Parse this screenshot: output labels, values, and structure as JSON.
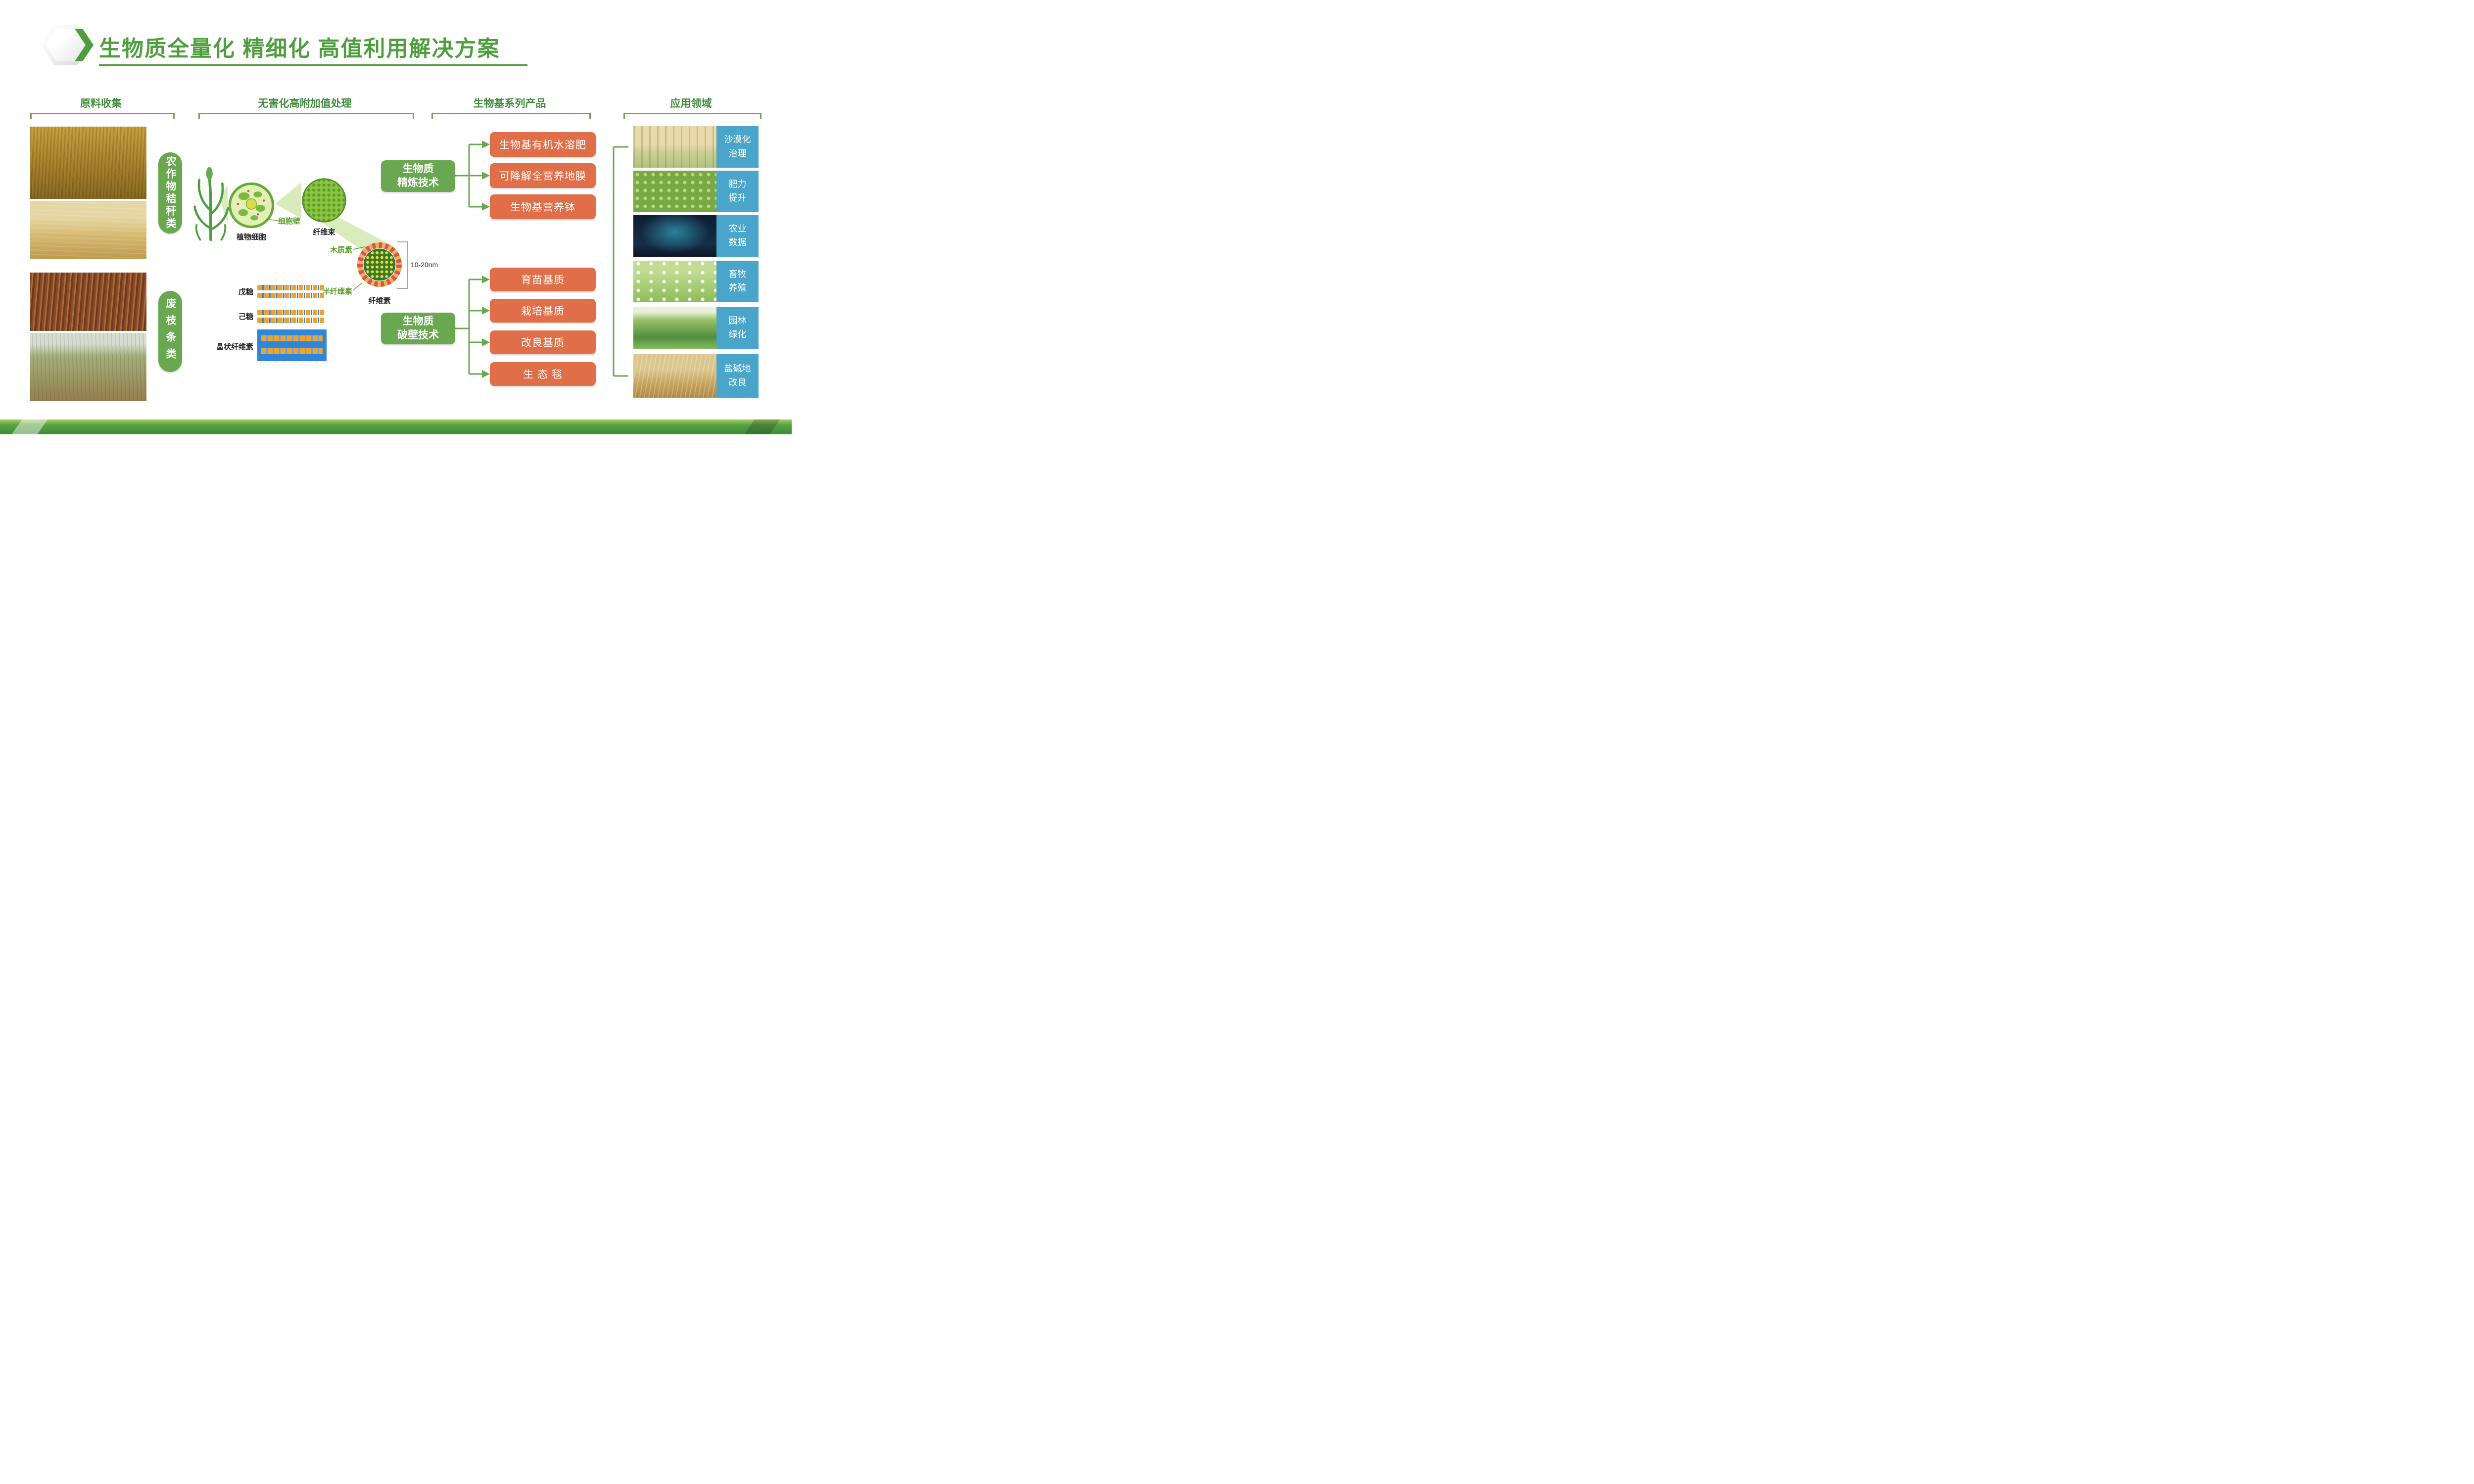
{
  "title": "生物质全量化 精细化 高值利用解决方案",
  "colors": {
    "primary_green": "#4f9e3e",
    "box_green": "#69a850",
    "product_orange": "#e06e49",
    "application_blue": "#49a5c9"
  },
  "collection": {
    "header": "原料收集",
    "categories": [
      "农作物秸秆类",
      "废枝条类"
    ]
  },
  "processing": {
    "header": "无害化高附加值处理",
    "labels": {
      "plant_cell": "植物细胞",
      "cell_wall": "细胞壁",
      "fiber_bundle": "纤维束",
      "lignin": "木质素",
      "hemicellulose": "半纤维素",
      "cellulose": "纤维素",
      "scale": "10-20nm",
      "pentose": "戊糖",
      "hexose": "己糖",
      "crystalline_cellulose": "晶状纤维素"
    }
  },
  "products": {
    "header": "生物基系列产品",
    "refining_tech": "生物质\n精炼技术",
    "refining_items": [
      "生物基有机水溶肥",
      "可降解全营养地膜",
      "生物基营养钵"
    ],
    "breaking_tech": "生物质\n破壁技术",
    "breaking_items": [
      "育苗基质",
      "栽培基质",
      "改良基质",
      "生 态 毯"
    ]
  },
  "applications": {
    "header": "应用领域",
    "items": [
      "沙漠化\n治理",
      "肥力\n提升",
      "农业\n数据",
      "畜牧\n养殖",
      "园林\n绿化",
      "盐碱地\n改良"
    ]
  }
}
